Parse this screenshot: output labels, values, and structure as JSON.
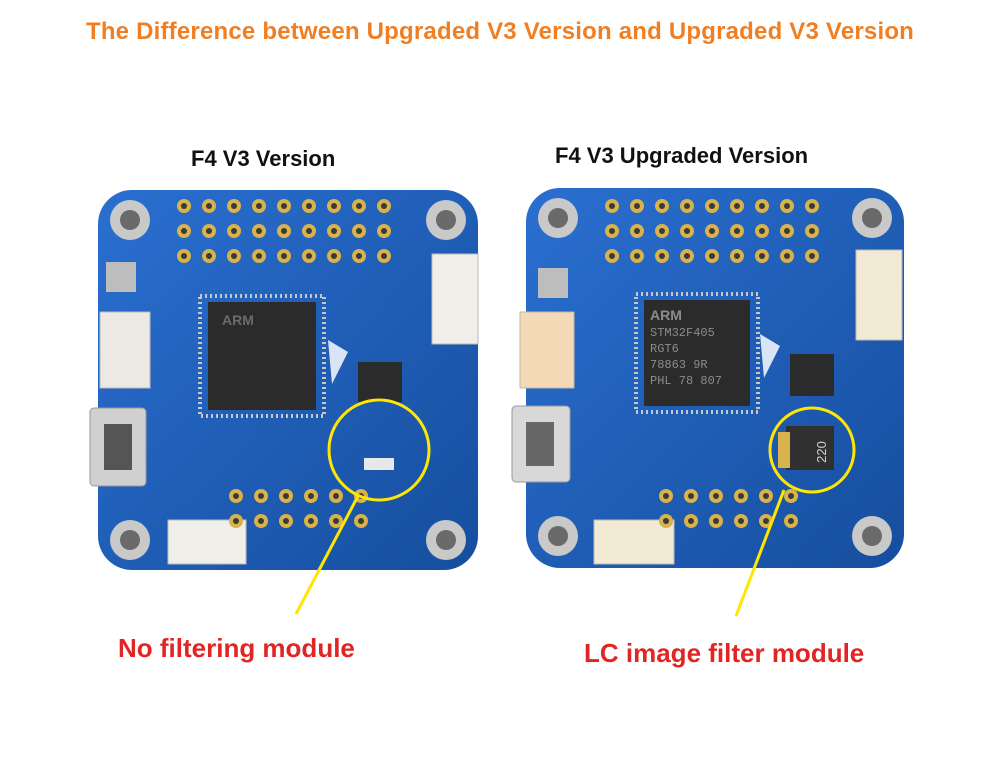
{
  "header": {
    "title": "The Difference between Upgraded V3 Version and Upgraded V3 Version"
  },
  "boards": {
    "left": {
      "title": "F4 V3 Version",
      "caption": "No filtering module",
      "chip_lines": [
        "ARM"
      ]
    },
    "right": {
      "title": "F4 V3 Upgraded Version",
      "caption": "LC image filter module",
      "chip_lines": [
        "ARM",
        "STM32F405",
        "RGT6",
        "78863 9R",
        "PHL 78 807"
      ],
      "inductor_label": "220"
    }
  },
  "colors": {
    "title": "#f07f24",
    "caption": "#e22424",
    "pcb": "#1f5fb8",
    "pcb_edge": "#174c99",
    "highlight": "#ffe600",
    "chip": "#2a2a2a",
    "pad": "#d8b24a"
  }
}
